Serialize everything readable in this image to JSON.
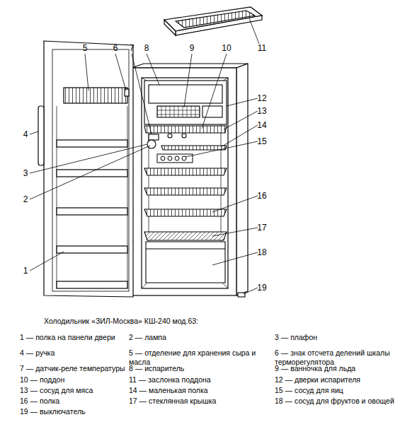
{
  "diagram": {
    "caption": "Холодильник «ЗИЛ-Москва» КШ-240 мод.63:",
    "labels": [
      "11",
      "5",
      "6",
      "7",
      "8",
      "9",
      "10",
      "12",
      "13",
      "4",
      "14",
      "3",
      "15",
      "2",
      "16",
      "17",
      "1",
      "18",
      "19",
      "1 — полка на панели двери",
      "2 — лампа",
      "3 — плафон",
      "4 — ручка",
      "5 — отделение для хранения сыра и масла",
      "6 — знак отсчета делений шкалы терморегулятора",
      "7 — датчик-реле температуры",
      "8 — испаритель",
      "9 — ванночка для льда",
      "10 — поддон",
      "11 — заслонка поддона",
      "12 — дверки испарителя",
      "13 — сосуд для мяса",
      "14 — маленькая полка",
      "15 — сосуд для яиц",
      "16 — полка",
      "17 — стеклянная крышка",
      "18 — сосуд для фруктов и овощей",
      "19 — выключатель"
    ]
  }
}
